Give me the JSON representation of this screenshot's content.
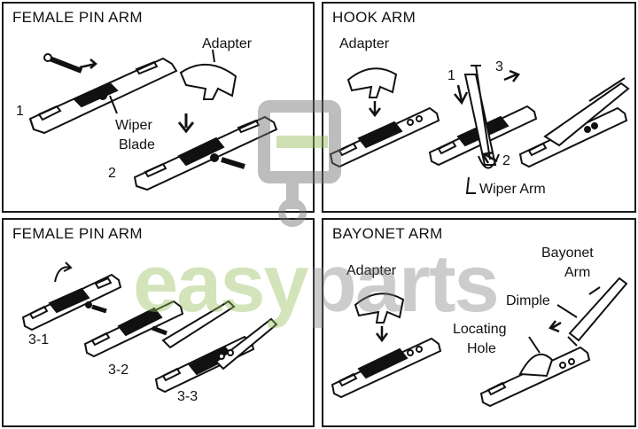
{
  "panels": {
    "top_left": {
      "title": "FEMALE PIN ARM",
      "labels": {
        "adapter": "Adapter",
        "wiper": "Wiper",
        "blade": "Blade",
        "step1": "1",
        "step2": "2"
      }
    },
    "top_right": {
      "title": "HOOK ARM",
      "labels": {
        "adapter": "Adapter",
        "step1": "1",
        "step2": "2",
        "step3": "3",
        "wiper_arm": "Wiper Arm"
      }
    },
    "bottom_left": {
      "title": "FEMALE PIN ARM",
      "labels": {
        "s31": "3-1",
        "s32": "3-2",
        "s33": "3-3"
      }
    },
    "bottom_right": {
      "title": "BAYONET ARM",
      "labels": {
        "adapter": "Adapter",
        "bayonet": "Bayonet",
        "arm": "Arm",
        "dimple": "Dimple",
        "locating": "Locating",
        "hole": "Hole"
      }
    }
  },
  "watermark": {
    "word_a": "easy",
    "word_b": "parts"
  },
  "colors": {
    "ink": "#111111",
    "watermark_green": "#96be5a",
    "watermark_gray": "#787878"
  }
}
